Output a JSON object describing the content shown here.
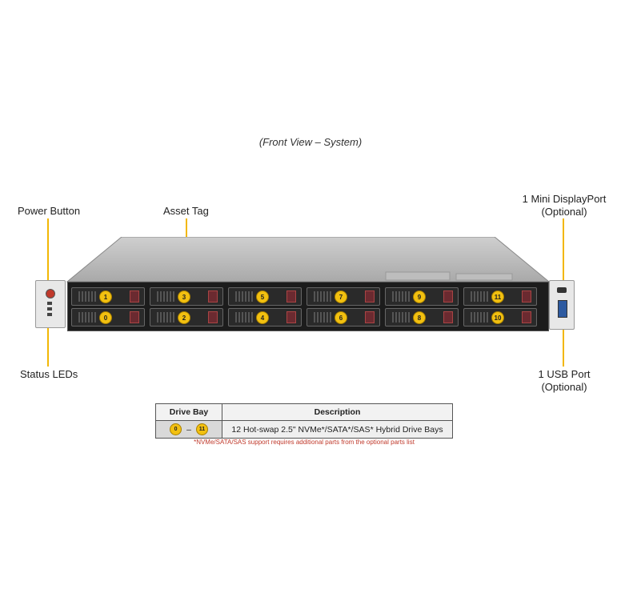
{
  "caption": "(Front View – System)",
  "labels": {
    "power_button": "Power Button",
    "asset_tag": "Asset Tag",
    "status_leds": "Status LEDs",
    "mini_displayport_line1": "1 Mini DisplayPort",
    "mini_displayport_line2": "(Optional)",
    "usb_port_line1": "1 USB Port",
    "usb_port_line2": "(Optional)"
  },
  "bays": {
    "top_row": [
      "1",
      "3",
      "5",
      "7",
      "9",
      "11"
    ],
    "bottom_row": [
      "0",
      "2",
      "4",
      "6",
      "8",
      "10"
    ]
  },
  "table": {
    "header_bay": "Drive Bay",
    "header_desc": "Description",
    "bay_from": "0",
    "bay_dash": "–",
    "bay_to": "11",
    "description": "12 Hot-swap 2.5\" NVMe*/SATA*/SAS* Hybrid Drive Bays"
  },
  "footnote": "*NVMe/SATA/SAS support requires additional parts from the optional parts list",
  "colors": {
    "accent": "#f2b705",
    "footnote": "#c0392b"
  }
}
